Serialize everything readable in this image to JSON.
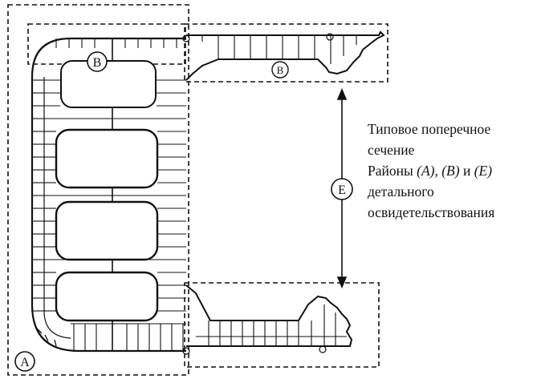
{
  "labels": {
    "region_a": "A",
    "region_b_left": "B",
    "region_b_right": "B",
    "region_e": "E"
  },
  "caption": {
    "line1": "Типовое поперечное",
    "line2": "сечение",
    "line3_prefix": "Районы ",
    "line3_a": "(A),",
    "line3_b": "(B)",
    "line3_and": " и ",
    "line3_e": "(E)",
    "line4": "детального",
    "line5": "освидетельствования"
  }
}
